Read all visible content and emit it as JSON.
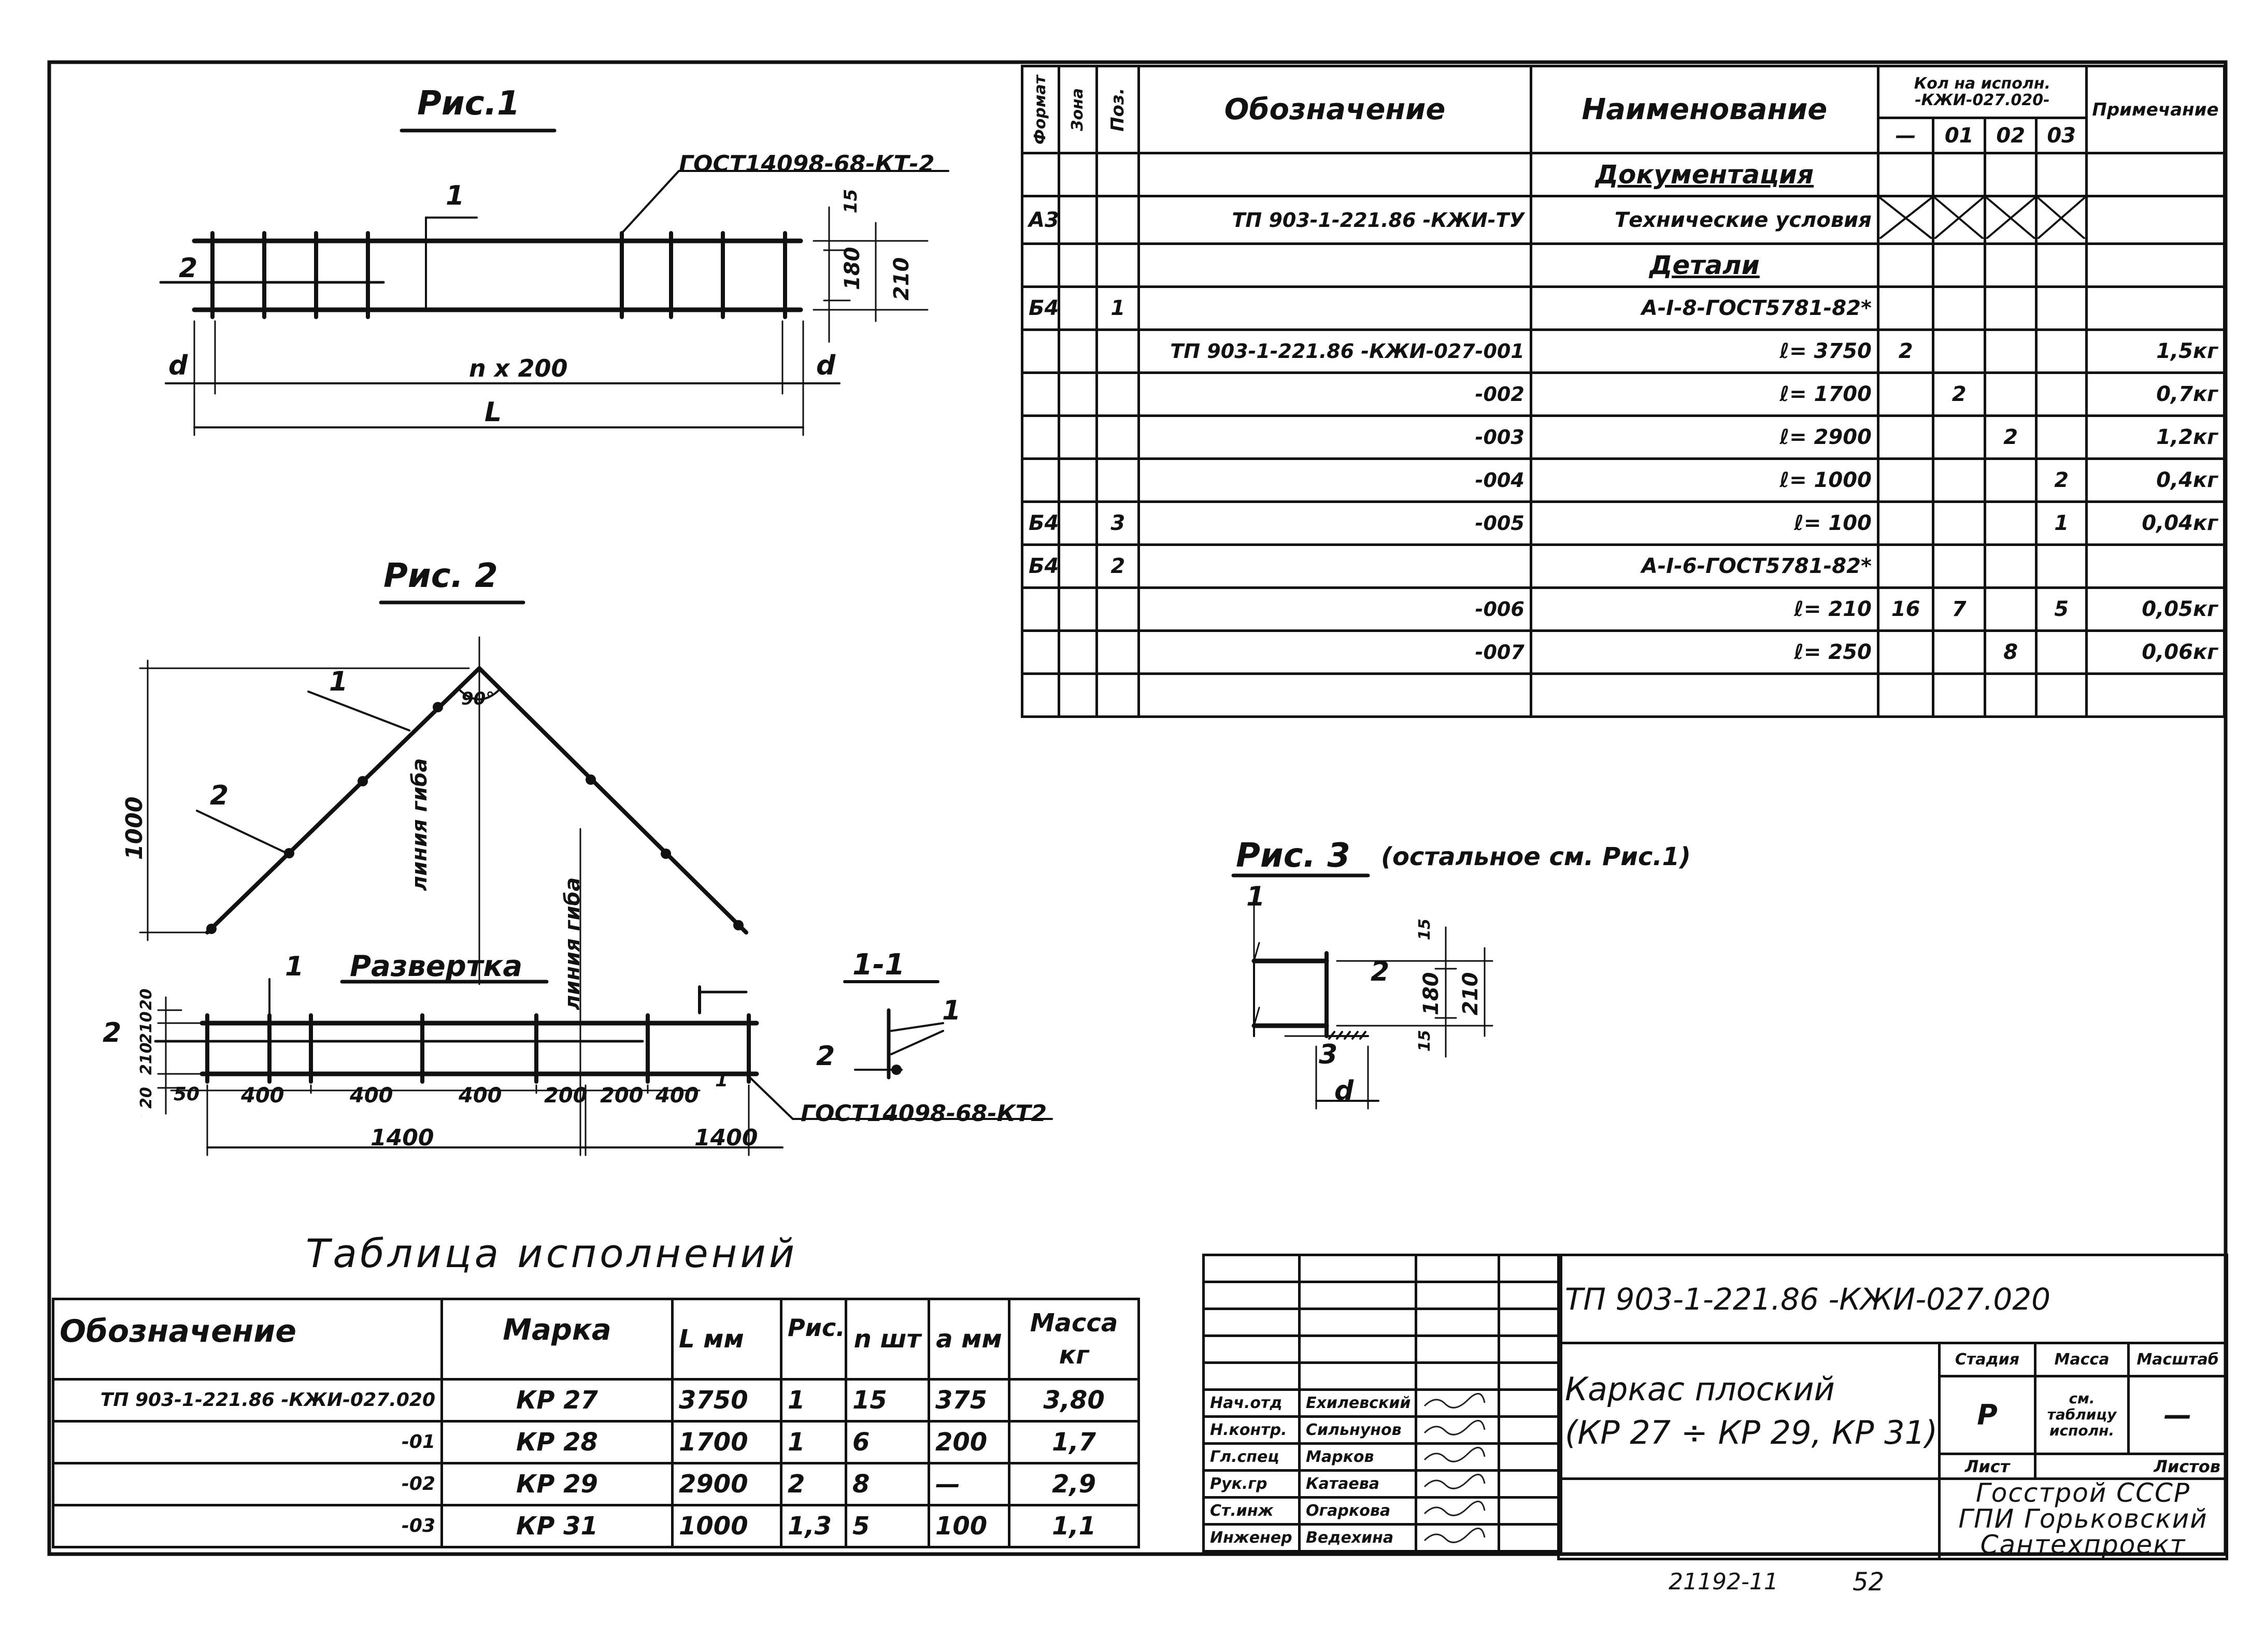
{
  "fig1": {
    "title": "Рис.1",
    "gost": "ГОСТ14098-68-КТ-2",
    "pos1": "1",
    "pos2": "2",
    "dim15": "15",
    "dim180": "180",
    "dim210": "210",
    "dimd_left": "d",
    "dimd_right": "d",
    "dim_n200": "n x 200",
    "dimL": "L"
  },
  "fig2": {
    "title": "Рис. 2",
    "dim1000": "1000",
    "angle": "90°",
    "pos1": "1",
    "pos2": "2",
    "bend1": "линия гиба",
    "bend2": "линия гиба",
    "razv": "Развертка",
    "pos1b": "1",
    "pos2b": "2",
    "dims_left": [
      "20",
      "210",
      "210",
      "20"
    ],
    "dim20b": "20",
    "dim50": "50",
    "seg": [
      "400",
      "400",
      "400",
      "200",
      "200",
      "400"
    ],
    "dim1400a": "1400",
    "dim1400b": "1400",
    "gost": "ГОСТ14098-68-КТ2",
    "sec_mark": "1"
  },
  "sec11": {
    "title": "1-1",
    "pos1": "1",
    "pos2": "2"
  },
  "fig3": {
    "title": "Рис. 3",
    "note": "(остальное см. Рис.1)",
    "pos1": "1",
    "pos2": "2",
    "pos3": "3",
    "dim15": "15",
    "dim180": "180",
    "dim210": "210",
    "dim15b": "15",
    "dimd": "d"
  },
  "spec": {
    "h_format": "Формат",
    "h_zone": "Зона",
    "h_pos": "Поз.",
    "h_oboz": "Обозначение",
    "h_naim": "Наименование",
    "h_kol": "Кол на исполн.",
    "h_kol2": "-КЖИ-027.020-",
    "h_v": [
      "—",
      "01",
      "02",
      "03"
    ],
    "h_prim": "Примечание",
    "rows": [
      {
        "f": "",
        "z": "",
        "p": "",
        "o": "",
        "n": "Документация",
        "k": [
          "",
          "",
          "",
          ""
        ],
        "m": "",
        "head": true
      },
      {
        "f": "А3",
        "z": "",
        "p": "",
        "o": "ТП 903-1-221.86    -КЖИ-ТУ",
        "n": "Технические условия",
        "k": [
          "X",
          "X",
          "X",
          "X"
        ],
        "m": ""
      },
      {
        "f": "",
        "z": "",
        "p": "",
        "o": "",
        "n": "Детали",
        "k": [
          "",
          "",
          "",
          ""
        ],
        "m": "",
        "head": true
      },
      {
        "f": "Б4",
        "z": "",
        "p": "1",
        "o": "",
        "n": "А-I-8-ГОСТ5781-82*",
        "k": [
          "",
          "",
          "",
          ""
        ],
        "m": ""
      },
      {
        "f": "",
        "z": "",
        "p": "",
        "o": "ТП 903-1-221.86 -КЖИ-027-001",
        "n": "ℓ= 3750",
        "k": [
          "2",
          "",
          "",
          ""
        ],
        "m": "1,5кг"
      },
      {
        "f": "",
        "z": "",
        "p": "",
        "o": "-002",
        "n": "ℓ= 1700",
        "k": [
          "",
          "2",
          "",
          ""
        ],
        "m": "0,7кг"
      },
      {
        "f": "",
        "z": "",
        "p": "",
        "o": "-003",
        "n": "ℓ= 2900",
        "k": [
          "",
          "",
          "2",
          ""
        ],
        "m": "1,2кг"
      },
      {
        "f": "",
        "z": "",
        "p": "",
        "o": "-004",
        "n": "ℓ= 1000",
        "k": [
          "",
          "",
          "",
          "2"
        ],
        "m": "0,4кг"
      },
      {
        "f": "Б4",
        "z": "",
        "p": "3",
        "o": "-005",
        "n": "ℓ= 100",
        "k": [
          "",
          "",
          "",
          "1"
        ],
        "m": "0,04кг"
      },
      {
        "f": "Б4",
        "z": "",
        "p": "2",
        "o": "",
        "n": "А-I-6-ГОСТ5781-82*",
        "k": [
          "",
          "",
          "",
          ""
        ],
        "m": ""
      },
      {
        "f": "",
        "z": "",
        "p": "",
        "o": "-006",
        "n": "ℓ= 210",
        "k": [
          "16",
          "7",
          "",
          "5"
        ],
        "m": "0,05кг"
      },
      {
        "f": "",
        "z": "",
        "p": "",
        "o": "-007",
        "n": "ℓ= 250",
        "k": [
          "",
          "",
          "8",
          ""
        ],
        "m": "0,06кг"
      },
      {
        "f": "",
        "z": "",
        "p": "",
        "o": "",
        "n": "",
        "k": [
          "",
          "",
          "",
          ""
        ],
        "m": ""
      }
    ]
  },
  "ispoln": {
    "title": "Таблица исполнений",
    "headers": [
      "Обозначение",
      "Марка",
      "L мм",
      "Рис.",
      "n шт",
      "a мм",
      "Масса кг"
    ],
    "rows": [
      [
        "ТП 903-1-221.86  -КЖИ-027.020",
        "КР 27",
        "3750",
        "1",
        "15",
        "375",
        "3,80"
      ],
      [
        "-01",
        "КР 28",
        "1700",
        "1",
        "6",
        "200",
        "1,7"
      ],
      [
        "-02",
        "КР 29",
        "2900",
        "2",
        "8",
        "—",
        "2,9"
      ],
      [
        "-03",
        "КР 31",
        "1000",
        "1,3",
        "5",
        "100",
        "1,1"
      ]
    ]
  },
  "stamp": {
    "code": "ТП 903-1-221.86      -КЖИ-027.020",
    "name1": "Каркас плоский",
    "name2": "(КР 27 ÷ КР 29, КР 31)",
    "h_stadia": "Стадия",
    "h_massa": "Масса",
    "h_masht": "Масштаб",
    "stadia": "Р",
    "massa": "см. таблицу исполн.",
    "masht": "—",
    "list": "Лист",
    "listov": "Листов",
    "org1": "Госстрой СССР",
    "org2": "ГПИ Горьковский",
    "org3": "Сантехпроект",
    "people": [
      [
        "Нач.отд",
        "Ехилевский"
      ],
      [
        "Н.контр.",
        "Сильнунов"
      ],
      [
        "Гл.спец",
        "Марков"
      ],
      [
        "Рук.гр",
        "Катаева"
      ],
      [
        "Ст.инж",
        "Огаркова"
      ],
      [
        "Инженер",
        "Ведехина"
      ]
    ]
  },
  "footer": {
    "num": "21192-11",
    "page": "52"
  }
}
